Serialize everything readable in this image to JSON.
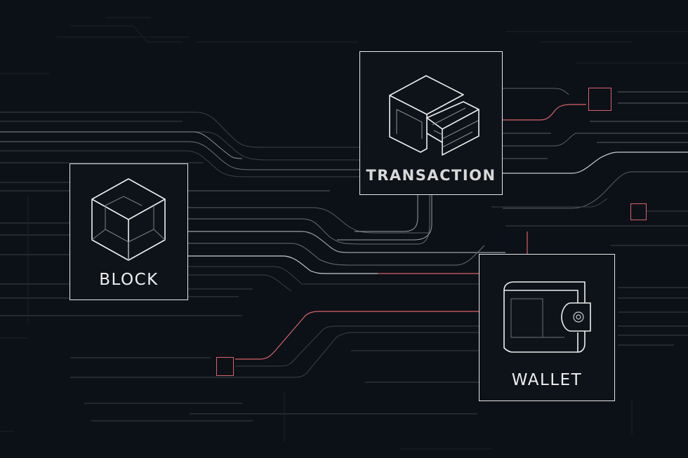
{
  "colors": {
    "background": "#0c1117",
    "node_border": "#e8e8e8",
    "accent_red": "#d9626a",
    "trace_dim": "#2a3038",
    "trace_bright": "#cfd3d8"
  },
  "nodes": [
    {
      "id": "block",
      "label": "BLOCK",
      "icon": "cube-icon"
    },
    {
      "id": "transaction",
      "label": "TRANSACTION",
      "icon": "stacked-boxes-icon"
    },
    {
      "id": "wallet",
      "label": "WALLET",
      "icon": "wallet-icon"
    }
  ],
  "pads": [
    {
      "id": "pad-top-right",
      "icon": "square-pad"
    },
    {
      "id": "pad-right",
      "icon": "square-pad"
    },
    {
      "id": "pad-bottom-left",
      "icon": "square-pad"
    }
  ]
}
